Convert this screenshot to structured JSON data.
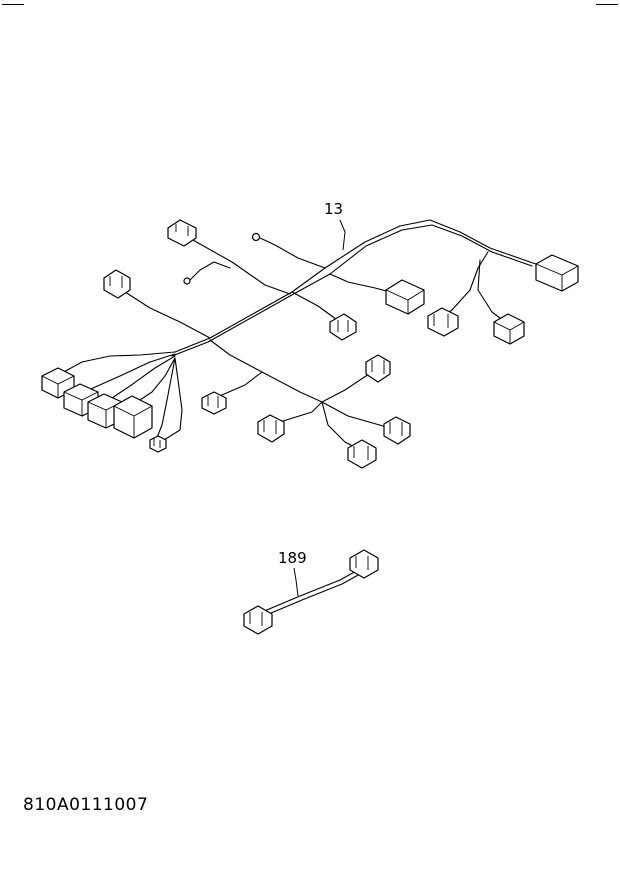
{
  "diagram": {
    "parts": [
      {
        "callout": "13",
        "name": "wiring harness"
      },
      {
        "callout": "189",
        "name": "jumper harness"
      }
    ],
    "drawing_number": "810A0111007"
  }
}
